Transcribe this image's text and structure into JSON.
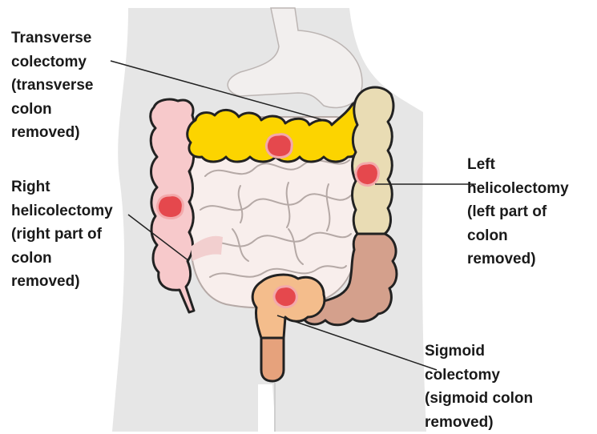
{
  "labels": {
    "transverse": [
      "Transverse",
      "colectomy",
      "(transverse",
      "colon",
      "removed)"
    ],
    "right": [
      "Right",
      "helicolectomy",
      "(right part of",
      "colon",
      "removed)"
    ],
    "left": [
      "Left",
      "helicolectomy",
      "(left part of",
      "colon",
      "removed)"
    ],
    "sigmoid": [
      "Sigmoid",
      "colectomy",
      "(sigmoid colon",
      "removed)"
    ]
  },
  "colors": {
    "torso": "#e6e6e6",
    "stomach": "#f2efee",
    "small_intestine": "#f8eeec",
    "ascending_colon": "#f7c9cb",
    "transverse_colon": "#fcd400",
    "descending_upper": "#e9dcb4",
    "descending_lower": "#d4a08c",
    "sigmoid_colon": "#f4bd8c",
    "tumor": "#e5484d",
    "outline": "#222222"
  }
}
